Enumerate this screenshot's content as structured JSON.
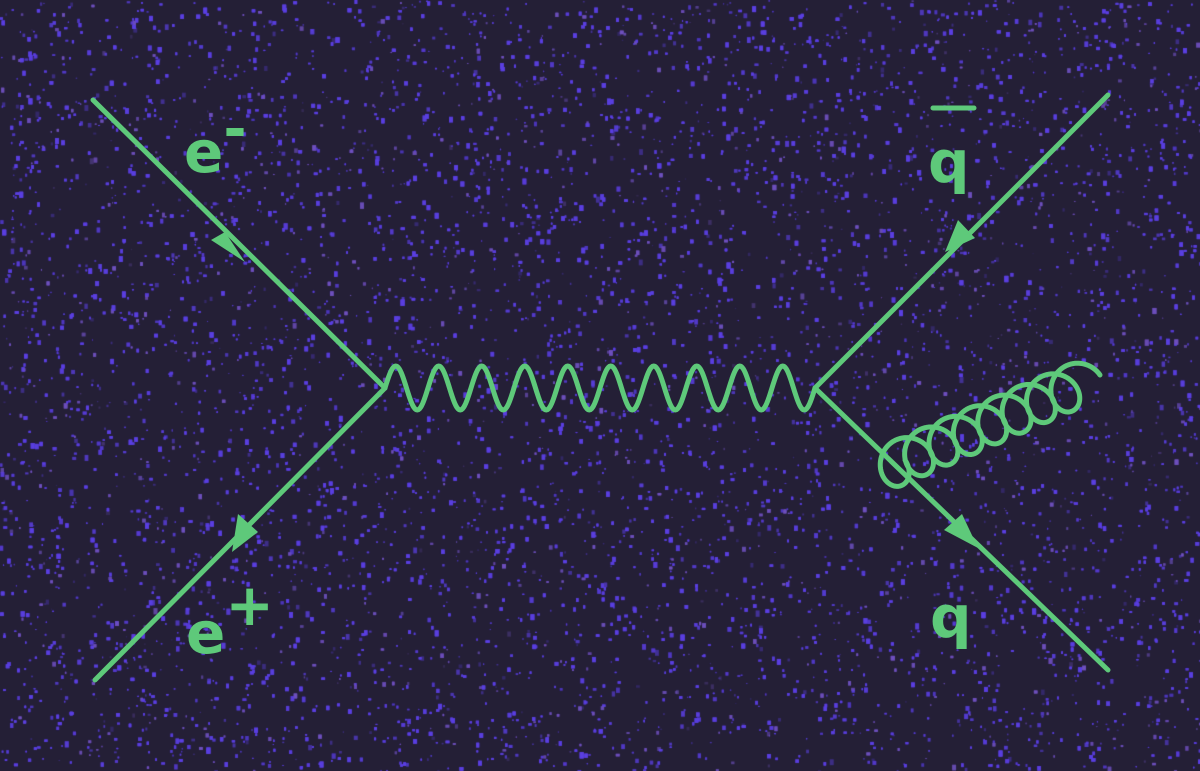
{
  "diagram": {
    "labels": {
      "electron": {
        "base": "e",
        "sup": "-"
      },
      "positron": {
        "base": "e",
        "sup": "+"
      },
      "antiquark": {
        "base": "q"
      },
      "quark": {
        "base": "q"
      }
    }
  },
  "colors": {
    "line": "#5ec97a",
    "background": "#241f36",
    "noise": "#5a3fe0"
  }
}
